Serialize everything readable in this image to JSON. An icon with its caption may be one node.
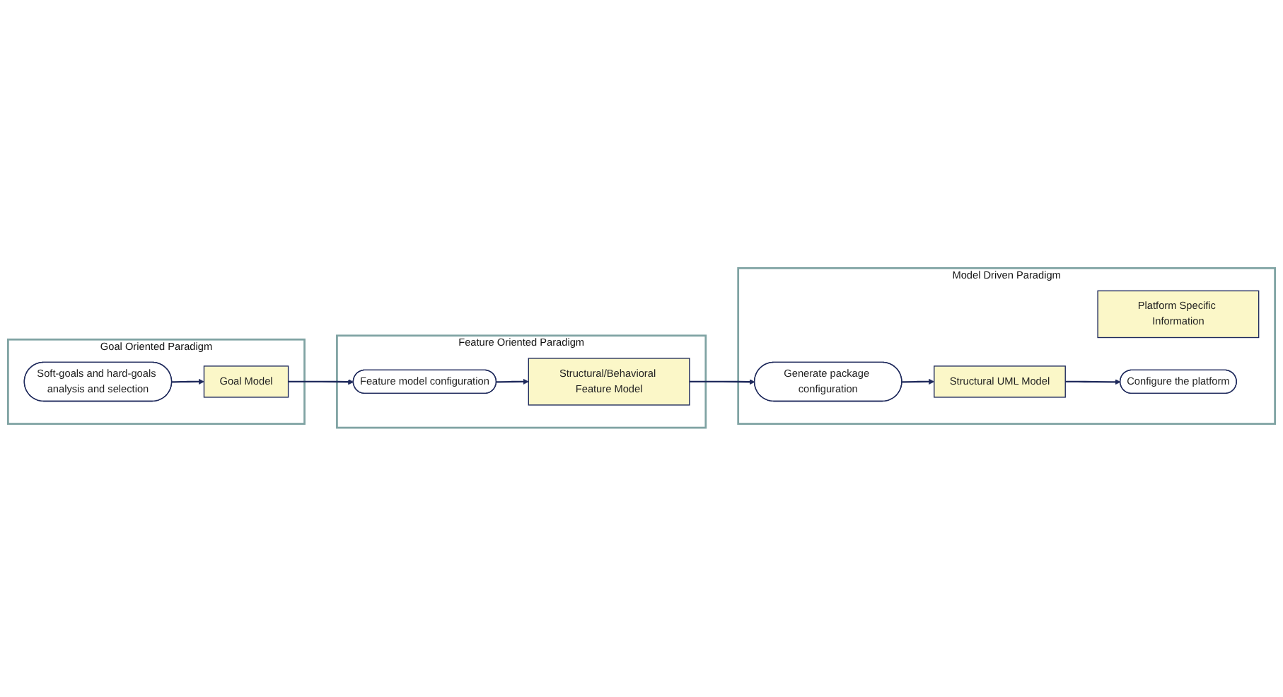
{
  "diagram": {
    "nodes": [
      {
        "text": [
          "Goal Oriented Paradigm"
        ]
      },
      {
        "text": [
          "Soft-goals and hard-goals analysis and selection"
        ],
        "in": 0
      },
      {
        "text": [
          "Goal Model"
        ],
        "in": 0
      },
      {
        "text": [
          "Feature Oriented Paradigm"
        ]
      },
      {
        "text": [
          "Feature model configuration"
        ],
        "in": 3
      },
      {
        "text": [
          "Structural/Behavioral Feature Model"
        ],
        "in": 3
      },
      {
        "text": [
          "Model Driven Paradigm"
        ]
      },
      {
        "text": [
          "Platform Specific Information"
        ],
        "in": 6
      },
      {
        "text": [
          "Generate package configuration"
        ],
        "in": 6
      },
      {
        "text": [
          "Structural UML Model"
        ],
        "in": 6
      },
      {
        "text": [
          "Configure the platform"
        ],
        "in": 6
      }
    ],
    "edges": [
      {
        "from": 1,
        "to": 2,
        "arrow": "to"
      },
      {
        "from": 2,
        "to": 4,
        "arrow": "to"
      },
      {
        "from": 4,
        "to": 5,
        "arrow": "to"
      },
      {
        "from": 5,
        "to": 8,
        "arrow": "to"
      },
      {
        "from": 8,
        "to": 9,
        "arrow": "to"
      },
      {
        "from": 9,
        "to": 10,
        "arrow": "to"
      }
    ]
  }
}
